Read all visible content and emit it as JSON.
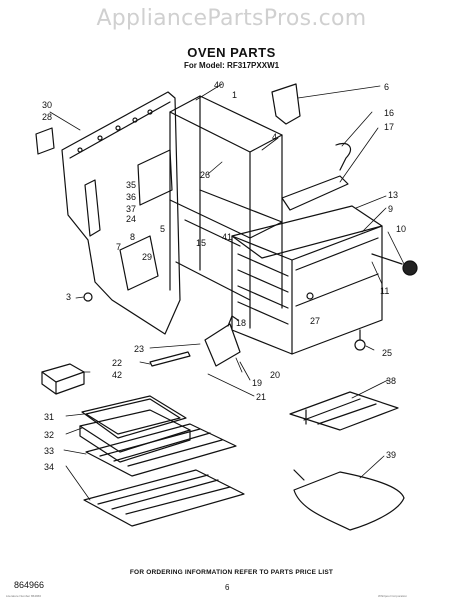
{
  "watermark": "AppliancePartsPros.com",
  "title": "OVEN PARTS",
  "subtitle": "For Model: RF317PXXW1",
  "callouts": [
    {
      "id": "c30",
      "label": "30"
    },
    {
      "id": "c28",
      "label": "28"
    },
    {
      "id": "c40",
      "label": "40"
    },
    {
      "id": "c1",
      "label": "1"
    },
    {
      "id": "c6",
      "label": "6"
    },
    {
      "id": "c16",
      "label": "16"
    },
    {
      "id": "c17",
      "label": "17"
    },
    {
      "id": "c4",
      "label": "4"
    },
    {
      "id": "c26",
      "label": "26"
    },
    {
      "id": "c35",
      "label": "35"
    },
    {
      "id": "c36",
      "label": "36"
    },
    {
      "id": "c37",
      "label": "37"
    },
    {
      "id": "c24",
      "label": "24"
    },
    {
      "id": "c8",
      "label": "8"
    },
    {
      "id": "c5",
      "label": "5"
    },
    {
      "id": "c7",
      "label": "7"
    },
    {
      "id": "c29",
      "label": "29"
    },
    {
      "id": "c15",
      "label": "15"
    },
    {
      "id": "c41",
      "label": "41"
    },
    {
      "id": "c13",
      "label": "13"
    },
    {
      "id": "c9",
      "label": "9"
    },
    {
      "id": "c10",
      "label": "10"
    },
    {
      "id": "c11",
      "label": "11"
    },
    {
      "id": "c3",
      "label": "3"
    },
    {
      "id": "c27",
      "label": "27"
    },
    {
      "id": "c25",
      "label": "25"
    },
    {
      "id": "c23",
      "label": "23"
    },
    {
      "id": "c18",
      "label": "18"
    },
    {
      "id": "c19",
      "label": "19"
    },
    {
      "id": "c22",
      "label": "22"
    },
    {
      "id": "c42",
      "label": "42"
    },
    {
      "id": "c20",
      "label": "20"
    },
    {
      "id": "c21",
      "label": "21"
    },
    {
      "id": "c38",
      "label": "38"
    },
    {
      "id": "c31",
      "label": "31"
    },
    {
      "id": "c32",
      "label": "32"
    },
    {
      "id": "c33",
      "label": "33"
    },
    {
      "id": "c34",
      "label": "34"
    },
    {
      "id": "c39",
      "label": "39"
    }
  ],
  "footer": {
    "instructions": "FOR ORDERING INFORMATION REFER TO PARTS PRICE LIST",
    "doc_number": "864966",
    "page_number": "6",
    "fine_print_left": "Literature Number 864966",
    "fine_print_right": "Whirlpool Corporation"
  }
}
